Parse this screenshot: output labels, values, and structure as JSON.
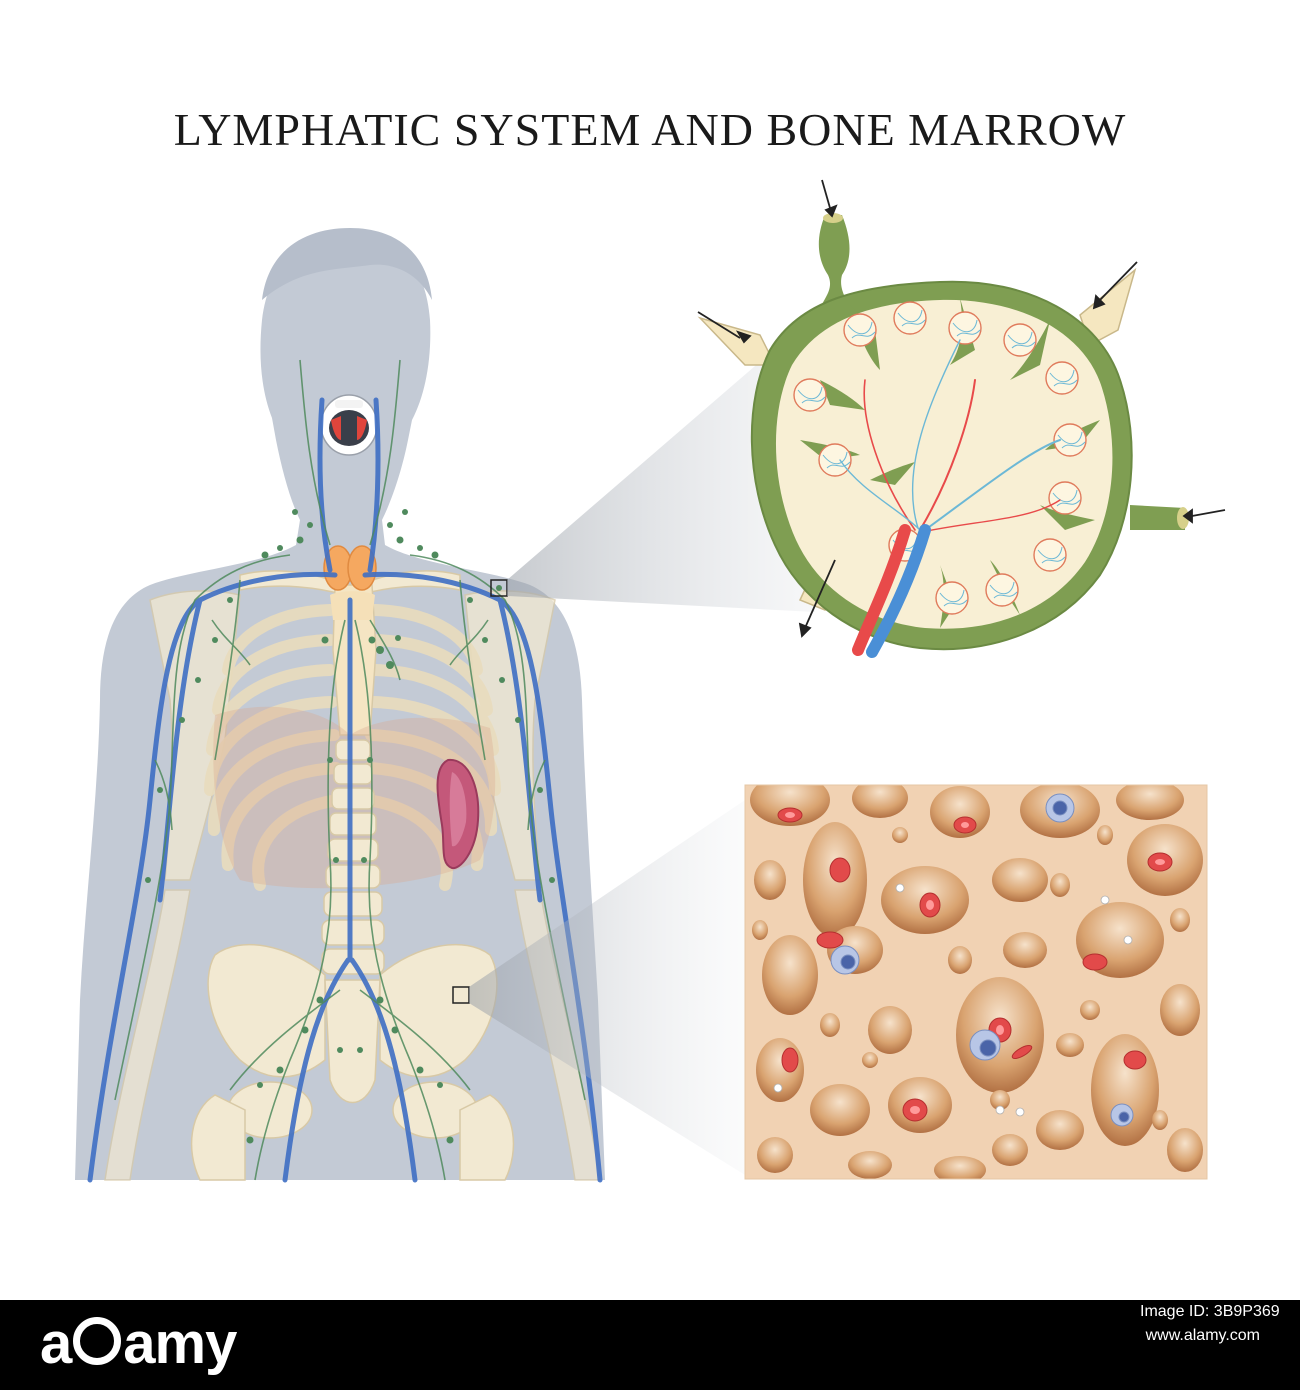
{
  "title": "LYMPHATIC SYSTEM AND BONE MARROW",
  "footer": {
    "logo_text": "alamy",
    "image_id_label": "Image ID: 3B9P369",
    "site": "www.alamy.com"
  },
  "colors": {
    "body_silhouette": "#c3cad5",
    "bone": "#f2e9d2",
    "lymph_vessel": "#4f8a5d",
    "vein": "#3f6fc4",
    "lymph_node_capsule": "#7f9e52",
    "artery": "#e84a4a",
    "marrow": "#f1d2b3",
    "spleen": "#c4587a",
    "thymus": "#f5b070"
  }
}
